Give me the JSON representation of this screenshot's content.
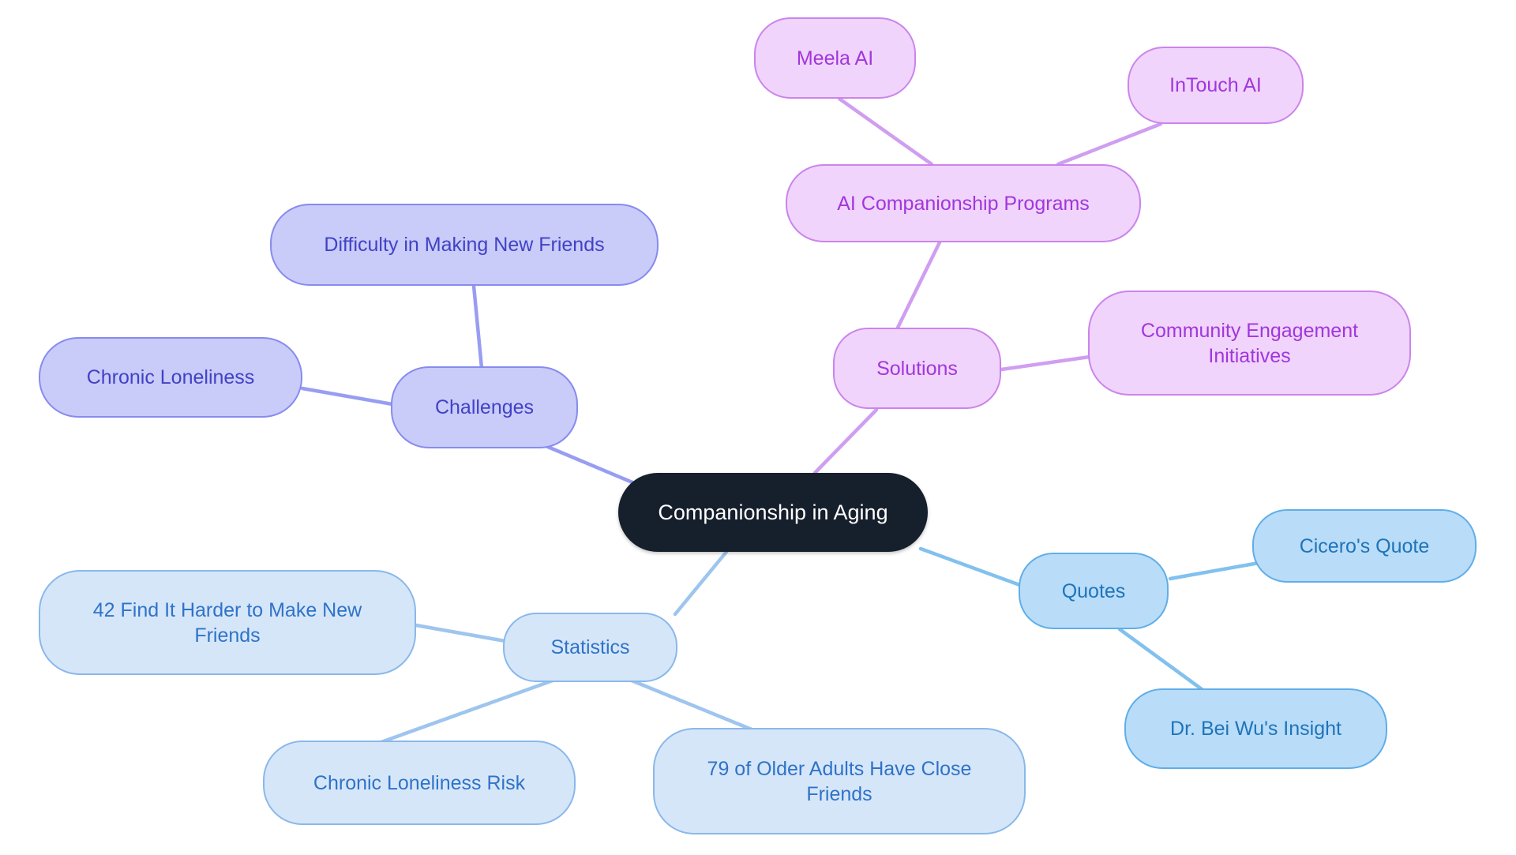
{
  "title": "Companionship in Aging Mind Map",
  "colors": {
    "background": "#ffffff",
    "center_bg": "#161f2c",
    "center_text": "#ffffff",
    "challenges_fill": "#c9cbf8",
    "challenges_border": "#878bee",
    "challenges_text": "#4042c6",
    "challenges_line": "#989df2",
    "solutions_fill": "#f0d4fb",
    "solutions_border": "#cb84ec",
    "solutions_text": "#a136dd",
    "solutions_line": "#d09ef0",
    "quotes_fill": "#b9dcf8",
    "quotes_border": "#60aee7",
    "quotes_text": "#1f74b9",
    "quotes_line": "#82c1ee",
    "statistics_fill": "#d6e6f9",
    "statistics_border": "#8ab8ea",
    "statistics_text": "#2e73c8",
    "statistics_line": "#9ec5ee"
  },
  "mindmap": {
    "center": {
      "label": "Companionship in Aging"
    },
    "branches": [
      {
        "label": "Challenges",
        "color": "#878bee",
        "children": [
          {
            "label": "Difficulty in Making New Friends"
          },
          {
            "label": "Chronic Loneliness"
          }
        ]
      },
      {
        "label": "Solutions",
        "color": "#cb84ec",
        "children": [
          {
            "label": "AI Companionship Programs",
            "children": [
              {
                "label": "Meela AI"
              },
              {
                "label": "InTouch AI"
              }
            ]
          },
          {
            "label": "Community Engagement Initiatives"
          }
        ]
      },
      {
        "label": "Quotes",
        "color": "#60aee7",
        "children": [
          {
            "label": "Cicero's Quote"
          },
          {
            "label": "Dr. Bei Wu's Insight"
          }
        ]
      },
      {
        "label": "Statistics",
        "color": "#8ab8ea",
        "children": [
          {
            "label": "42 Find It Harder to Make New Friends"
          },
          {
            "label": "Chronic Loneliness Risk"
          },
          {
            "label": "79 of Older Adults Have Close Friends"
          }
        ]
      }
    ]
  }
}
